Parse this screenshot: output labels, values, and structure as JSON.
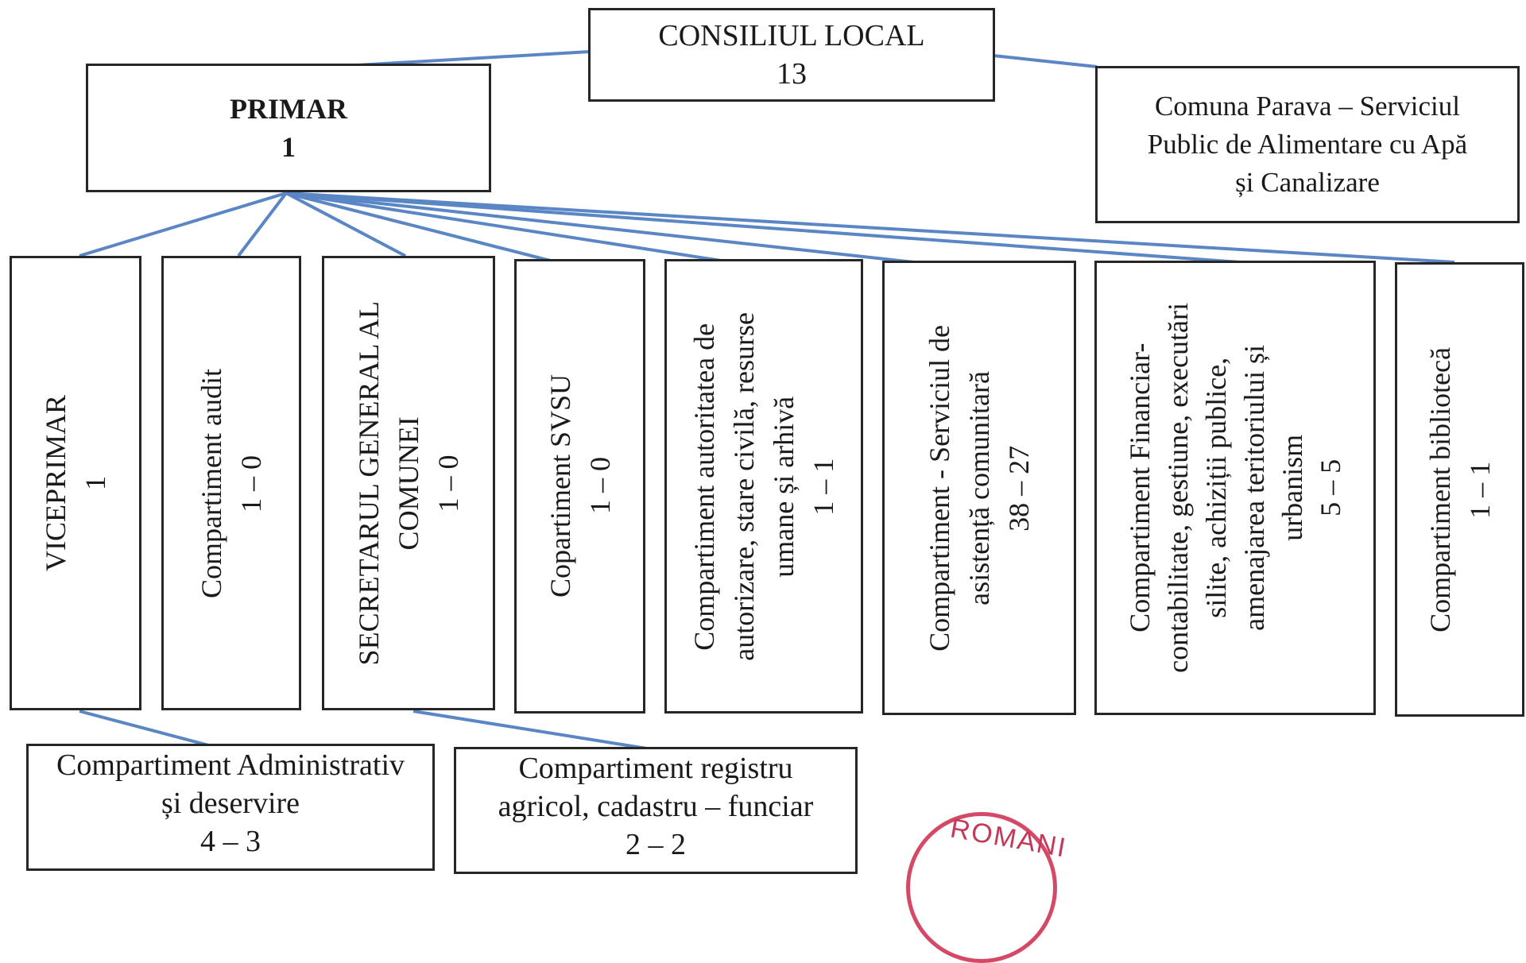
{
  "consiliu": {
    "title": "CONSILIUL LOCAL",
    "count": "13"
  },
  "primar": {
    "title": "PRIMAR",
    "count": "1"
  },
  "serviciu_apa": {
    "line1": "Comuna Parava – Serviciul",
    "line2": "Public de Alimentare cu Apă",
    "line3": "și Canalizare"
  },
  "departments": [
    {
      "lines": [
        "VICEPRIMAR",
        "1"
      ]
    },
    {
      "lines": [
        "Compartiment  audit",
        "1 – 0"
      ]
    },
    {
      "lines": [
        "SECRETARUL  GENERAL AL",
        "COMUNEI",
        "1 – 0"
      ]
    },
    {
      "lines": [
        "Copartiment SVSU",
        "1 – 0"
      ]
    },
    {
      "lines": [
        "Compartiment autoritatea de",
        "autorizare, stare civilă, resurse",
        "umane și arhivă",
        "1 – 1"
      ]
    },
    {
      "lines": [
        "Compartiment - Serviciul  de",
        "asistență comunitară",
        "38 – 27"
      ]
    },
    {
      "lines": [
        "Compartiment Financiar-",
        "contabilitate, gestiune, executări",
        "silite, achiziții publice,",
        "amenajarea teritoriului și",
        "urbanism",
        "5 – 5"
      ]
    },
    {
      "lines": [
        "Compartiment bibliotecă",
        "1 – 1"
      ]
    }
  ],
  "sub_administrativ": {
    "line1": "Compartiment Administrativ",
    "line2": "și deservire",
    "line3": "4 – 3"
  },
  "sub_registru": {
    "line1": "Compartiment registru",
    "line2": "agricol, cadastru – funciar",
    "line3": "2 – 2"
  },
  "stamp": {
    "text": "ROMANI"
  },
  "colors": {
    "line": "#5b86c5",
    "border": "#262626",
    "stamp": "#d44a66"
  }
}
